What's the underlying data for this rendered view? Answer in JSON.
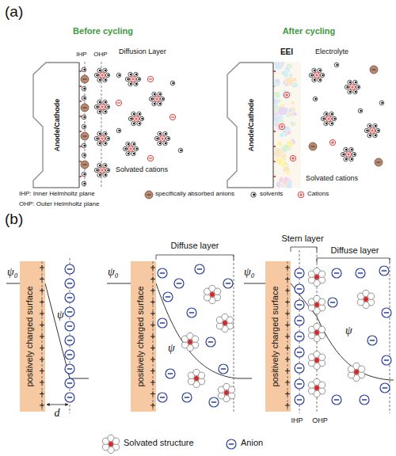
{
  "diagram": {
    "nodes": [
      {
        "text": [
          "Anode/Cathode"
        ]
      },
      {
        "text": [
          "Anode/Cathode"
        ]
      },
      {
        "text": [
          "positively charged surface"
        ]
      },
      {
        "text": [
          "positively charged surface"
        ]
      },
      {
        "text": [
          "positively charged surface"
        ]
      }
    ],
    "labels": [
      "(a)",
      "Before cycling",
      "IHP",
      "OHP",
      "Diffusion Layer",
      "Solvated cations",
      "After cycling",
      "EEI",
      "Electrolyte",
      "Solvated cations",
      "IHP: Inner Helmholtz plane",
      "OHP: Outer Helmholtz plane",
      "(b)",
      "ψ₀",
      "ψ",
      "d",
      "ψ₀",
      "Diffuse layer",
      "ψ",
      "ψ₀",
      "Stern layer",
      "Diffuse layer",
      "ψ",
      "IHP",
      "OHP"
    ],
    "legend": [
      {
        "text": "specifically absorbed anions"
      },
      {
        "text": "solvents"
      },
      {
        "text": "Cations"
      },
      {
        "text": "Solvated structure"
      },
      {
        "text": "Anion"
      }
    ]
  }
}
